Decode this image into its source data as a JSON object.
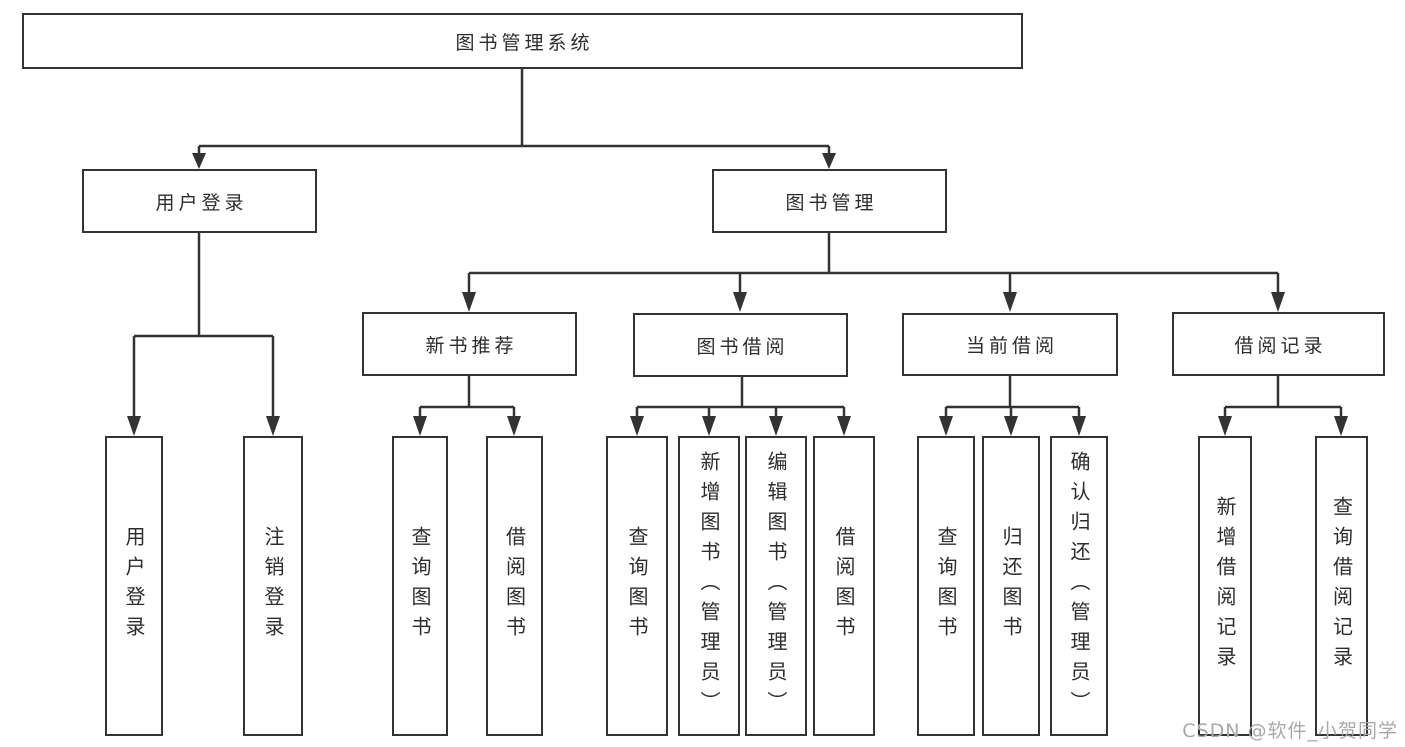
{
  "diagram": {
    "root": {
      "label": "图书管理系统"
    },
    "branches": [
      {
        "label": "用户登录",
        "children": [
          "用户登录",
          "注销登录"
        ]
      },
      {
        "label": "图书管理",
        "sections": [
          {
            "label": "新书推荐",
            "children": [
              "查询图书",
              "借阅图书"
            ]
          },
          {
            "label": "图书借阅",
            "children": [
              "查询图书",
              "新增图书（管理员）",
              "编辑图书（管理员）",
              "借阅图书"
            ]
          },
          {
            "label": "当前借阅",
            "children": [
              "查询图书",
              "归还图书",
              "确认归还（管理员）"
            ]
          },
          {
            "label": "借阅记录",
            "children": [
              "新增借阅记录",
              "查询借阅记录"
            ]
          }
        ]
      }
    ]
  },
  "watermark": {
    "text": "CSDN @软件_小贺同学"
  },
  "colors": {
    "line": "#333333",
    "box_border": "#333333",
    "box_fill": "#ffffff",
    "text": "#2d2d2d",
    "watermark": "#a9a9a9",
    "background": "#ffffff"
  }
}
